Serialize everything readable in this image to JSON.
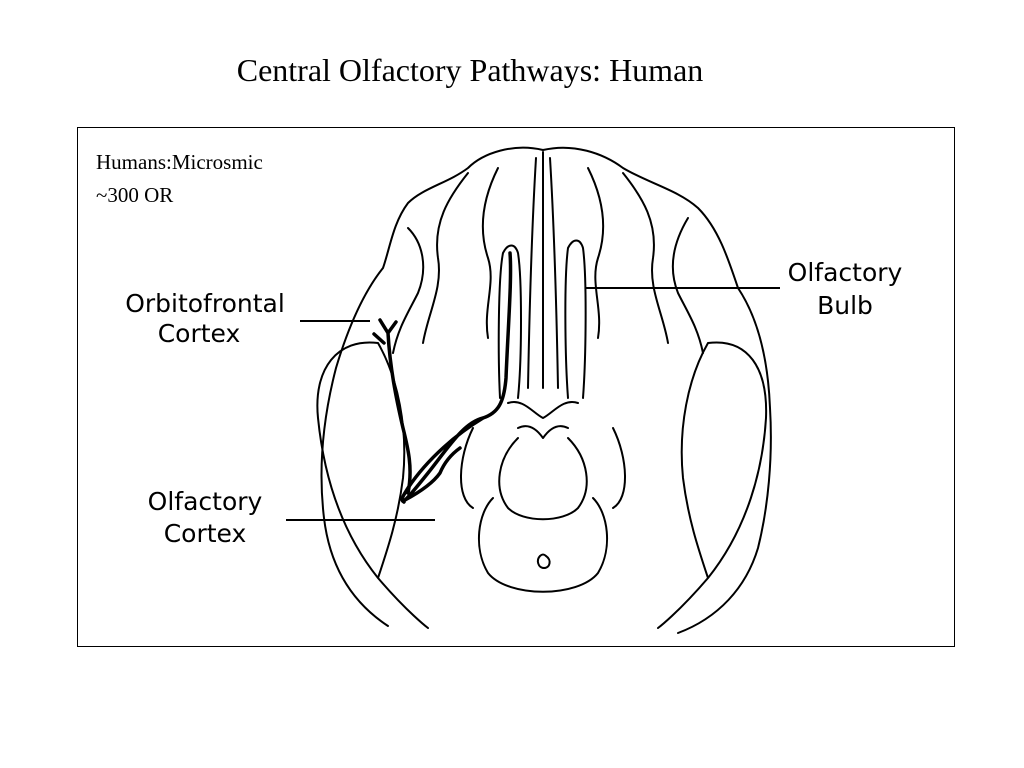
{
  "title": "Central Olfactory Pathways: Human",
  "note": {
    "line1": "Humans:Microsmic",
    "line2": "~300 OR"
  },
  "labels": {
    "orbitofrontal_line1": "Orbitofrontal",
    "orbitofrontal_line2": "Cortex",
    "olfactory_bulb_line1": "Olfactory",
    "olfactory_bulb_line2": "Bulb",
    "olfactory_cortex_line1": "Olfactory",
    "olfactory_cortex_line2": "Cortex"
  }
}
